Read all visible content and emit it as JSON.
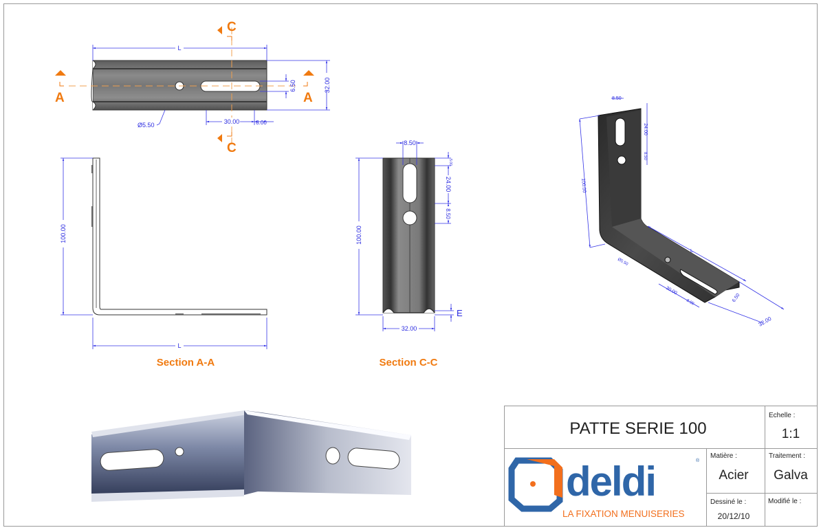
{
  "top_view": {
    "dim_length": "L",
    "dim_width": "32.00",
    "dim_slot_width": "6.50",
    "dim_hole_diameter": "Ø5.50",
    "dim_slot_length": "30.00",
    "dim_slot_offset": "8.00",
    "section_a": "A",
    "section_c": "C"
  },
  "section_aa": {
    "title": "Section A-A",
    "dim_height": "100.00",
    "dim_length": "L"
  },
  "section_cc": {
    "title": "Section C-C",
    "dim_slot_width": "8.50",
    "dim_height": "100.00",
    "dim_top_offset": "5.00",
    "dim_slot_length": "24.00",
    "dim_hole_spacing": "8.50",
    "dim_thickness": "E",
    "dim_width": "32.00"
  },
  "iso_view": {
    "dim_slot_width": "8.50",
    "dim_slot_length": "24.00",
    "dim_hole_spacing": "8.50",
    "dim_height": "100.00",
    "dim_length": "L",
    "dim_hole_diameter": "Ø5.50",
    "dim_slot_length_bottom": "30.00",
    "dim_slot_offset": "8.00",
    "dim_slot_width_bottom": "6.50",
    "dim_width": "32.00"
  },
  "title_block": {
    "title": "PATTE SERIE 100",
    "scale_label": "Echelle :",
    "scale_value": "1:1",
    "material_label": "Matière :",
    "material_value": "Acier",
    "treatment_label": "Traitement :",
    "treatment_value": "Galva",
    "drawn_label": "Dessiné le :",
    "drawn_value": "20/12/10",
    "modified_label": "Modifié le :",
    "modified_value": ""
  },
  "logo": {
    "brand": "deldi",
    "registered": "®",
    "tagline": "LA FIXATION MENUISERIES"
  },
  "colors": {
    "accent": "#f07a10",
    "dimension": "#3434e6",
    "brand_blue": "#2f66a8",
    "brand_orange": "#f26f1d"
  }
}
